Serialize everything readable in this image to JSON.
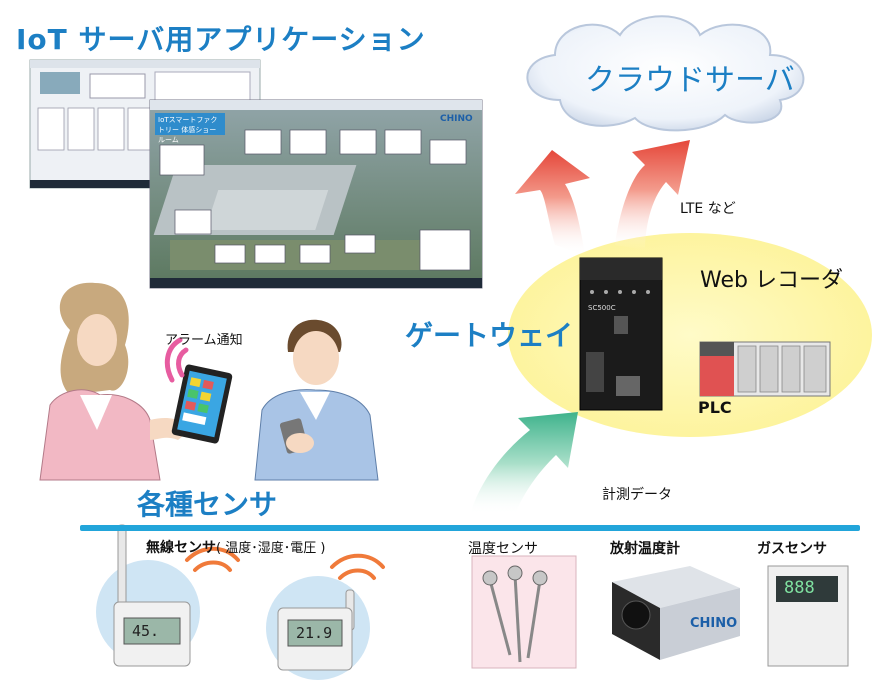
{
  "title": "IoT サーバ用アプリケーション",
  "cloud_label": "クラウドサーバ",
  "lte_label": "LTE など",
  "web_recorder_label": "Web レコーダ",
  "gateway_label": "ゲートウェイ",
  "plc_label": "PLC",
  "alarm_label": "アラーム通知",
  "sensors_title": "各種センサ",
  "measure_label": "計測データ",
  "wireless_label": "無線センサ",
  "wireless_sub": "( 温度･湿度･電圧 )",
  "temp_sensor_label": "温度センサ",
  "radiation_label": "放射温度計",
  "gas_sensor_label": "ガスセンサ",
  "screen_banner": "IoTスマートファクトリー 体感ショールーム",
  "brand": "CHINO",
  "gateway_model": "SC500C",
  "meter1_reading": "45.",
  "meter2_reading": "21.9",
  "gas_reading": "888"
}
